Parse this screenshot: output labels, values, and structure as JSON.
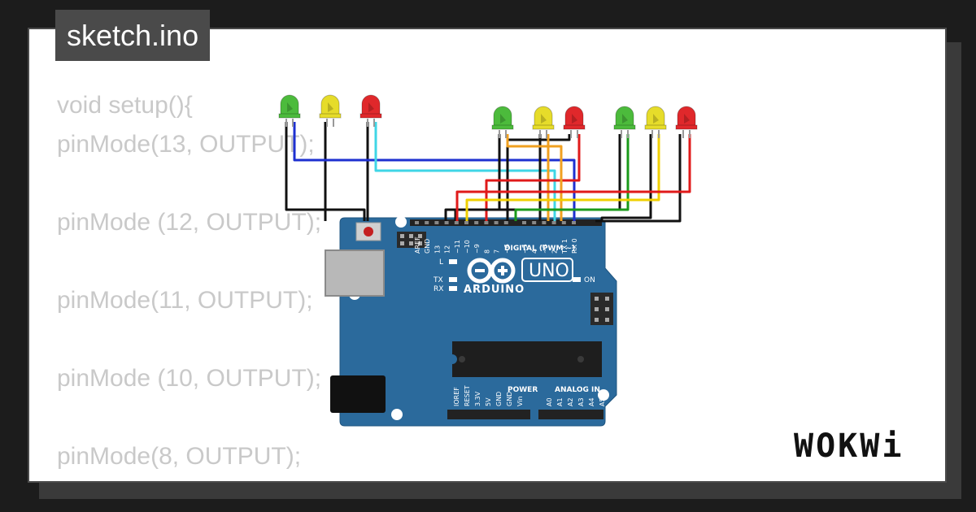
{
  "file_tab": {
    "title": "sketch.ino"
  },
  "code": {
    "lines": [
      "void setup(){",
      "pinMode(13, OUTPUT);",
      "",
      "pinMode (12, OUTPUT);",
      "",
      "pinMode(11, OUTPUT);",
      "",
      "pinMode (10, OUTPUT);",
      "",
      "pinMode(8, OUTPUT);"
    ]
  },
  "board": {
    "brand": "ARDUINO",
    "model": "UNO",
    "digital_label": "DIGITAL (PWM ~)",
    "power_label": "POWER",
    "analog_label": "ANALOG IN",
    "on_label": "ON",
    "led_l_label": "L",
    "tx_label": "TX",
    "rx_label": "RX",
    "digital_pins": [
      "AREF",
      "GND",
      "13",
      "12",
      "~11",
      "~10",
      "~9",
      "8",
      "7",
      "~6",
      "~5",
      "4",
      "~3",
      "2",
      "TX 1",
      "RX 0"
    ],
    "power_pins": [
      "IOREF",
      "RESET",
      "3.3V",
      "5V",
      "GND",
      "GND",
      "Vin"
    ],
    "analog_pins": [
      "A0",
      "A1",
      "A2",
      "A3",
      "A4",
      "A5"
    ],
    "color": "#2b6a9c"
  },
  "leds": [
    {
      "color": "green"
    },
    {
      "color": "yellow"
    },
    {
      "color": "red"
    },
    {
      "color": "green"
    },
    {
      "color": "yellow"
    },
    {
      "color": "red"
    },
    {
      "color": "green"
    },
    {
      "color": "yellow"
    },
    {
      "color": "red"
    }
  ],
  "colors": {
    "led_green": "#4cbb3c",
    "led_yellow": "#e6dc2a",
    "led_red": "#e0282b",
    "wire_black": "#111111",
    "wire_blue": "#1e30d0",
    "wire_cyan": "#3fd6e6",
    "wire_red": "#e01a1a",
    "wire_yellow": "#f0d000",
    "wire_green": "#1a9a1a",
    "wire_orange": "#f0a020"
  },
  "brand_logo": {
    "text": "WOKWi"
  }
}
